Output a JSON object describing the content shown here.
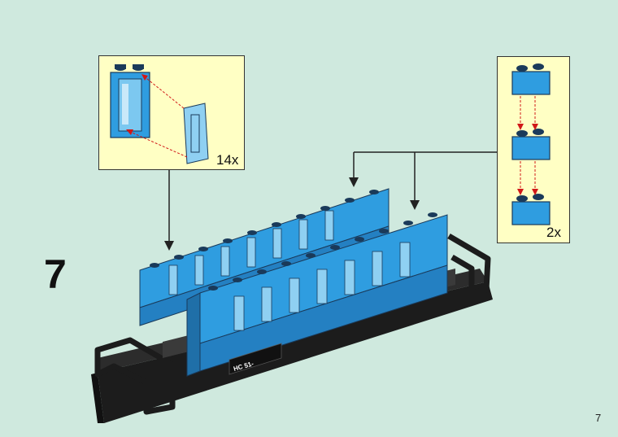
{
  "step": {
    "number": "7"
  },
  "page": {
    "number": "7"
  },
  "callouts": {
    "window_assembly": {
      "count_label": "14x"
    },
    "brick_stack": {
      "count_label": "2x"
    }
  },
  "model": {
    "tile_label": "HC 51-"
  },
  "colors": {
    "background": "#cfe9de",
    "callout_fill": "#ffffc4",
    "brick_blue": "#2f9de0",
    "frame_black": "#1c1c1c",
    "arrow_red": "#d01818"
  },
  "icons": {
    "window_frame": "window-frame-icon",
    "window_glass": "window-glass-icon",
    "brick_2x1": "brick-icon",
    "pointer_arrow": "arrow-icon"
  }
}
